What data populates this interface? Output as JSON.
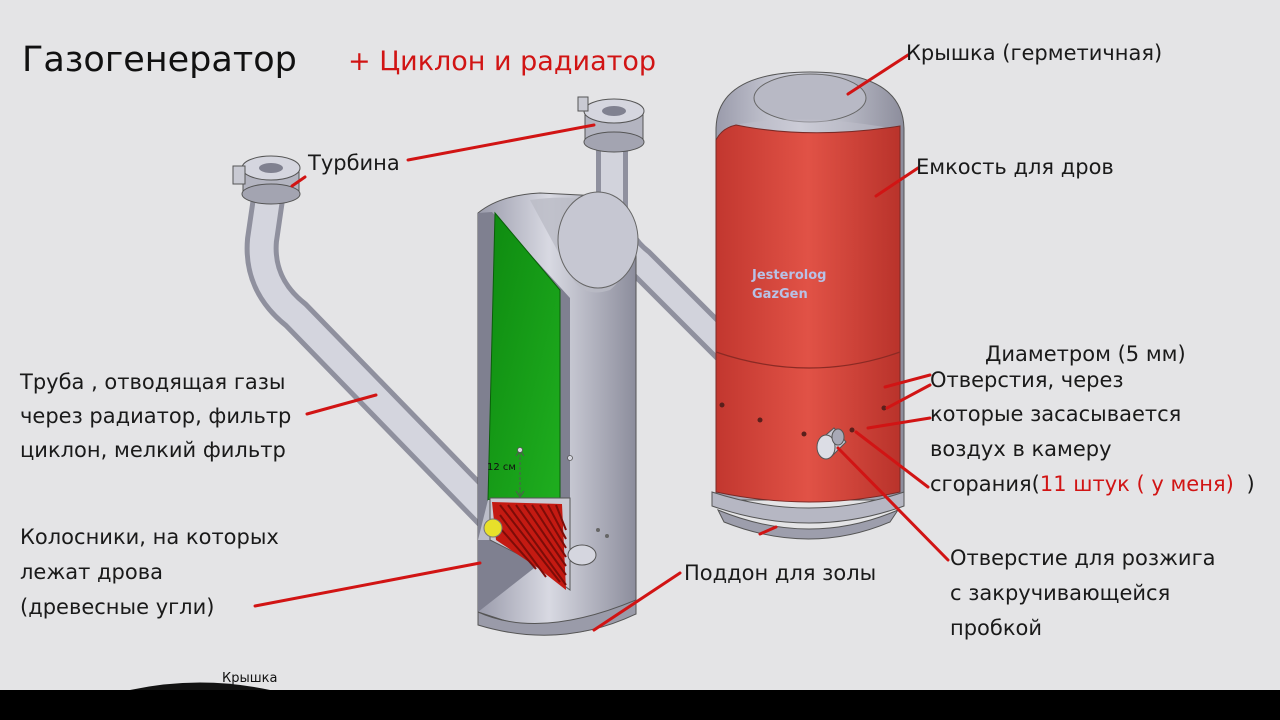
{
  "title": "Газогенератор",
  "subtitle": "+ Циклон и радиатор",
  "labels": {
    "lid": "Крышка (герметичная)",
    "turbine": "Турбина",
    "wood_tank": "Емкость для дров",
    "diameter": "Диаметром (5 мм)",
    "holes_1": "Отверстия, через",
    "holes_2": "которые засасывается",
    "holes_3": "воздух в камеру",
    "holes_4_prefix": "сгорания(",
    "holes_4_red": "11 штук ( у меня)",
    "holes_4_suffix": " )",
    "pipe_1": "Труба , отводящая газы",
    "pipe_2": "через радиатор, фильтр",
    "pipe_3": "циклон, мелкий фильтр",
    "grate_1": "Колосники, на которых",
    "grate_2": "лежат дрова",
    "grate_3": "(древесные угли)",
    "ash_tray": "Поддон для золы",
    "ignition_1": "Отверстие для розжига",
    "ignition_2": "с закручивающейся",
    "ignition_3": "пробкой",
    "dimension": "12 см",
    "bottom_caption": "Крышка"
  },
  "watermark": [
    "Jesterolog",
    "GazGen"
  ],
  "colors": {
    "accent_red": "#d11414",
    "tank_red": "#d9453b",
    "chamber_green": "#169a16",
    "metal": "#c7c8d2",
    "background": "#e4e4e6"
  }
}
